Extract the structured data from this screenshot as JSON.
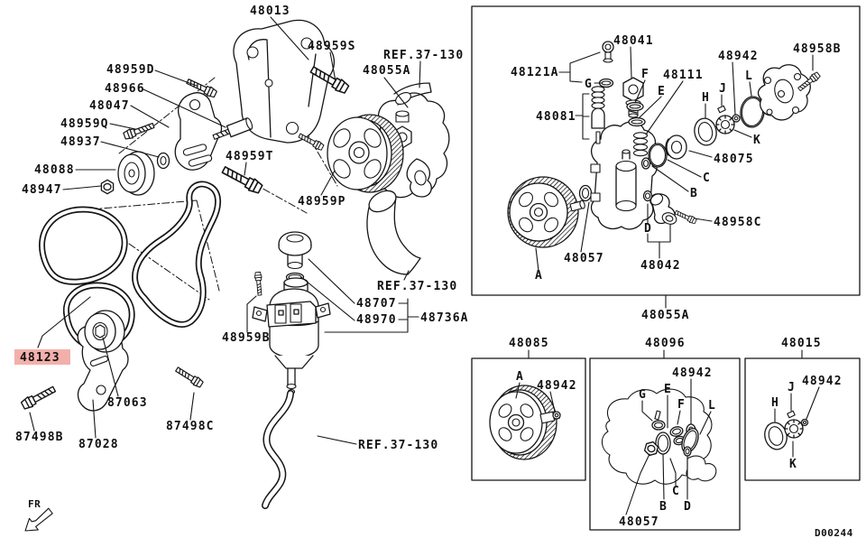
{
  "diagram": {
    "highlight_color": "#f3b0ab",
    "highlighted_part": "48123"
  },
  "callouts": {
    "n48013": "48013",
    "n48959S": "48959S",
    "n48959D": "48959D",
    "n48966": "48966",
    "n48047": "48047",
    "n48959Q": "48959Q",
    "n48937": "48937",
    "n48088": "48088",
    "n48947": "48947",
    "n48959T": "48959T",
    "n48959P": "48959P",
    "n48055A": "48055A",
    "ref_37_130": "REF.37-130",
    "n48707": "48707",
    "n48970": "48970",
    "n48736A": "48736A",
    "n48959B": "48959B",
    "n48123": "48123",
    "n87063": "87063",
    "n87498B": "87498B",
    "n87028": "87028",
    "n87498C": "87498C",
    "n48041": "48041",
    "n48121A": "48121A",
    "n48081": "48081",
    "n48111": "48111",
    "n48942": "48942",
    "n48958B": "48958B",
    "n48958C": "48958C",
    "n48075": "48075",
    "n48057": "48057",
    "n48042": "48042",
    "n48085": "48085",
    "n48096": "48096",
    "n48015": "48015"
  },
  "letters": {
    "A": "A",
    "B": "B",
    "C": "C",
    "D": "D",
    "E": "E",
    "F": "F",
    "G": "G",
    "H": "H",
    "J": "J",
    "K": "K",
    "L": "L"
  },
  "footer": {
    "drawing_code": "D00244"
  },
  "orientation": {
    "fr_label": "FR"
  }
}
